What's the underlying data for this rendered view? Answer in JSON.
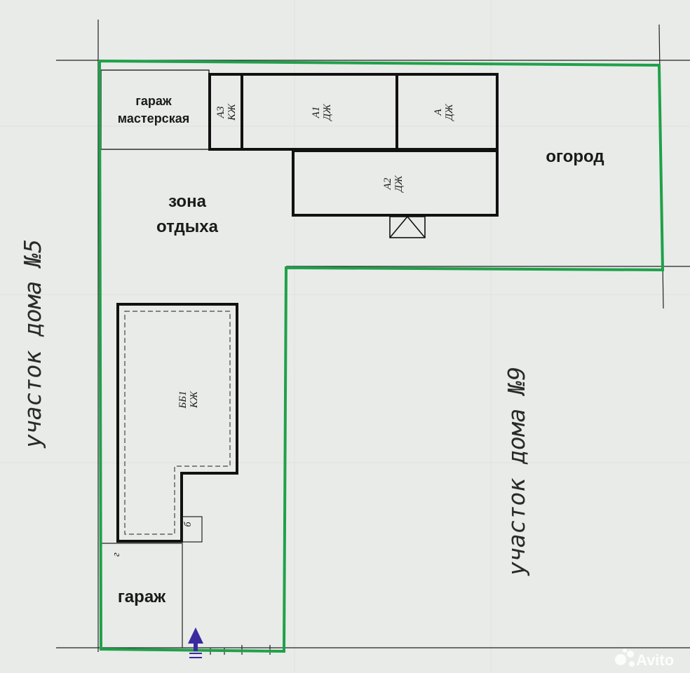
{
  "labels": {
    "garage_workshop_line1": "гараж",
    "garage_workshop_line2": "мастерская",
    "a3_line1": "А3",
    "a3_line2": "КЖ",
    "a1_line1": "А1",
    "a1_line2": "ДЖ",
    "a_line1": "А",
    "a_line2": "ДЖ",
    "a2_line1": "А2",
    "a2_line2": "ДЖ",
    "garden": "огород",
    "rest_zone_line1": "зона",
    "rest_zone_line2": "отдыха",
    "bb1_line1": "ББ1",
    "bb1_line2": "КЖ",
    "small_b": "б",
    "small_g": "г",
    "garage": "гараж",
    "neighbor_left": "участок дома №5",
    "neighbor_right": "участок дома №9",
    "watermark": "Avito"
  },
  "colors": {
    "paper": "#e9ebe8",
    "lines": "#111111",
    "boundary": "#1fa14a",
    "arrow": "#3a2aa0"
  },
  "icons": {
    "entrance": "entrance-arrow-icon",
    "porch": "porch-triangle-icon",
    "watermark": "avito-dots-icon"
  }
}
